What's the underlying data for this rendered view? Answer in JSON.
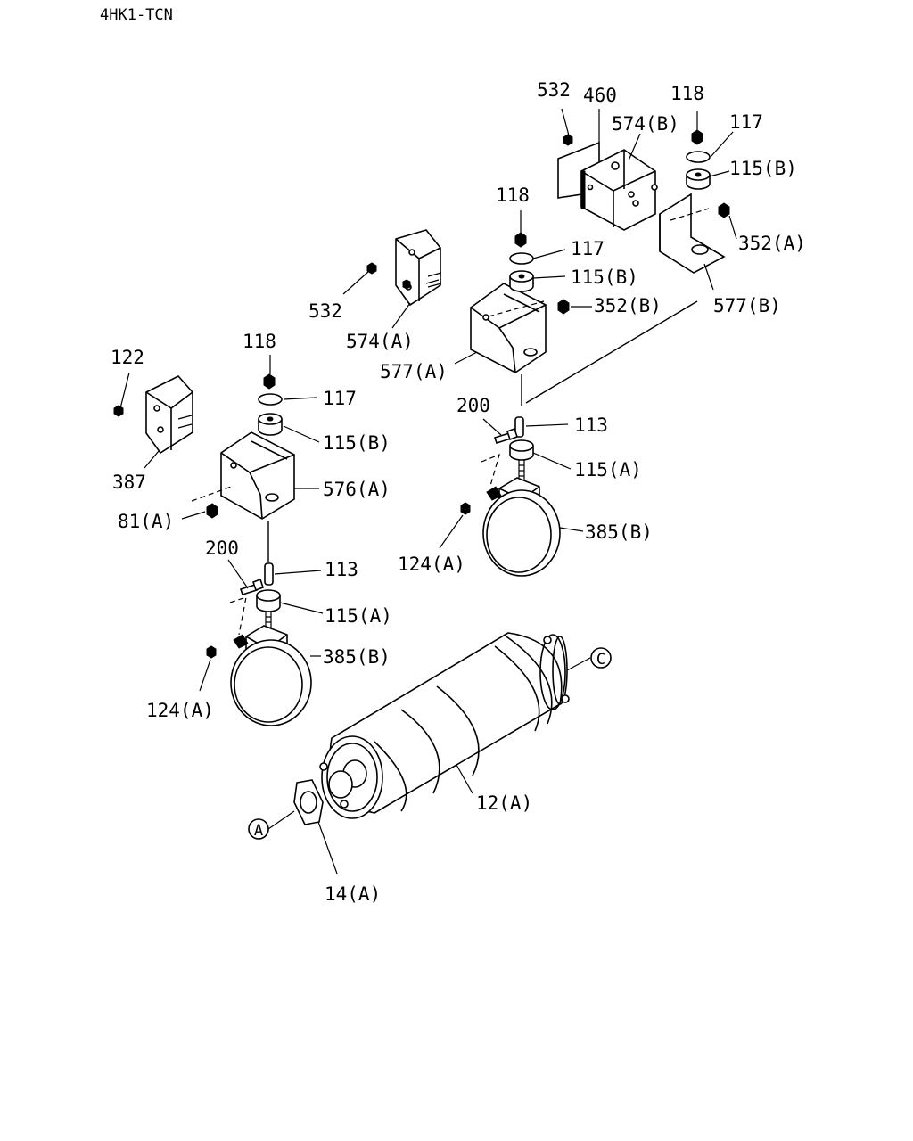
{
  "header": {
    "model_code": "4HK1-TCN"
  },
  "labels": {
    "p532_top": "532",
    "p460": "460",
    "p118_top": "118",
    "p574b": "574(B)",
    "p117_top": "117",
    "p115b_top": "115(B)",
    "p352a": "352(A)",
    "p577b": "577(B)",
    "p118_mid": "118",
    "p117_mid": "117",
    "p115b_mid": "115(B)",
    "p352b": "352(B)",
    "p532_mid": "532",
    "p574a": "574(A)",
    "p577a": "577(A)",
    "p122": "122",
    "p118_left": "118",
    "p117_left": "117",
    "p115b_left": "115(B)",
    "p387": "387",
    "p576a": "576(A)",
    "p81a": "81(A)",
    "p200_right": "200",
    "p113_right": "113",
    "p115a_right": "115(A)",
    "p385b_right": "385(B)",
    "p124a_right": "124(A)",
    "p200_left": "200",
    "p113_left": "113",
    "p115a_left": "115(A)",
    "p385b_left": "385(B)",
    "p124a_left": "124(A)",
    "p12a": "12(A)",
    "p14a": "14(A)",
    "ref_c": "C",
    "ref_a": "A"
  }
}
